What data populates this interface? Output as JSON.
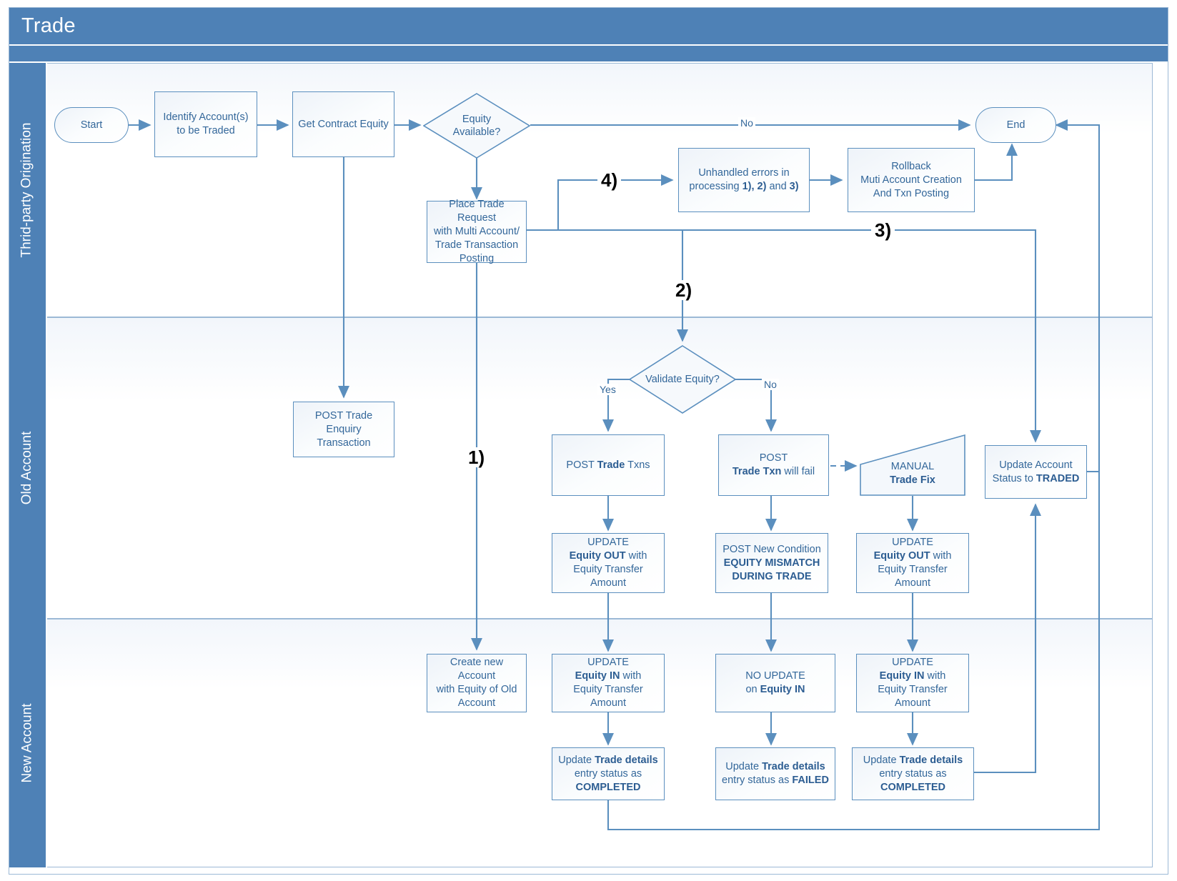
{
  "header": {
    "title": "Trade"
  },
  "lanes": [
    {
      "id": "third-party",
      "label": "Thrid-party Origination"
    },
    {
      "id": "old-account",
      "label": "Old Account"
    },
    {
      "id": "new-account",
      "label": "New Account"
    }
  ],
  "colors": {
    "lane_header": "#4e81b6",
    "node_border": "#5b8fbe",
    "node_text": "#33679a",
    "connector": "#5b8fbe",
    "marker_text": "#000000",
    "canvas": "#ffffff"
  },
  "nodes": {
    "start": {
      "label": "Start",
      "shape": "terminator"
    },
    "identify": {
      "line1": "Identify Account(s)",
      "line2": "to be Traded",
      "shape": "process"
    },
    "get_equity": {
      "label": "Get Contract Equity",
      "shape": "process"
    },
    "equity_available": {
      "line1": "Equity",
      "line2": "Available?",
      "shape": "decision"
    },
    "end": {
      "label": "End",
      "shape": "terminator"
    },
    "unhandled": {
      "line1": "Unhandled errors in",
      "line2_pre": "processing ",
      "line2_b1": "1), 2)",
      "line2_mid": " and ",
      "line2_b2": "3)",
      "shape": "process"
    },
    "rollback": {
      "line1": "Rollback",
      "line2": "Muti Account Creation",
      "line3": "And Txn Posting",
      "shape": "process"
    },
    "place_trade": {
      "line1": "Place Trade Request",
      "line2": "with Multi Account/",
      "line3": "Trade Transaction",
      "line4": "Posting",
      "shape": "process"
    },
    "post_enquiry": {
      "line1": "POST Trade Enquiry",
      "line2": "Transaction",
      "shape": "process"
    },
    "validate_equity": {
      "label": "Validate Equity?",
      "shape": "decision"
    },
    "post_trade_txns": {
      "pre": "POST ",
      "bold": "Trade",
      "post": " Txns",
      "shape": "process"
    },
    "post_trade_fail": {
      "line1": "POST",
      "line2_b": "Trade Txn",
      "line2_post": " will fail",
      "shape": "process"
    },
    "manual_fix": {
      "line1": "MANUAL",
      "line2_b": "Trade Fix",
      "shape": "trapezoid"
    },
    "update_status": {
      "line1": "Update Account",
      "line2_pre": "Status to ",
      "line2_b": "TRADED",
      "shape": "process"
    },
    "equity_out_left": {
      "line1": "UPDATE",
      "line2_b": "Equity OUT",
      "line2_post": " with",
      "line3": "Equity Transfer",
      "line4": "Amount",
      "shape": "process"
    },
    "post_new_cond": {
      "line1": "POST New Condition",
      "line2_b": "EQUITY MISMATCH",
      "line3_b": "DURING TRADE",
      "shape": "process"
    },
    "equity_out_right": {
      "line1": "UPDATE",
      "line2_b": "Equity OUT",
      "line2_post": " with",
      "line3": "Equity Transfer",
      "line4": "Amount",
      "shape": "process"
    },
    "create_account": {
      "line1": "Create new Account",
      "line2": "with Equity of Old",
      "line3": "Account",
      "shape": "process"
    },
    "equity_in_left": {
      "line1": "UPDATE",
      "line2_b": "Equity IN",
      "line2_post": " with",
      "line3": "Equity Transfer",
      "line4": "Amount",
      "shape": "process"
    },
    "no_update": {
      "line1": "NO UPDATE",
      "line2_pre": "on ",
      "line2_b": "Equity IN",
      "shape": "process"
    },
    "equity_in_right": {
      "line1": "UPDATE",
      "line2_b": "Equity IN",
      "line2_post": " with",
      "line3": "Equity Transfer",
      "line4": "Amount",
      "shape": "process"
    },
    "trade_completed_l": {
      "line1_pre": "Update ",
      "line1_b": "Trade details",
      "line2": "entry status as",
      "line3_b": "COMPLETED",
      "shape": "process"
    },
    "trade_failed": {
      "line1_pre": "Update ",
      "line1_b": "Trade details",
      "line2_pre": "entry status as ",
      "line2_b": "FAILED",
      "shape": "process"
    },
    "trade_completed_r": {
      "line1_pre": "Update ",
      "line1_b": "Trade details",
      "line2": "entry status as",
      "line3_b": "COMPLETED",
      "shape": "process"
    }
  },
  "edge_labels": {
    "equity_no": "No",
    "validate_yes": "Yes",
    "validate_no": "No"
  },
  "markers": {
    "m1": "1)",
    "m2": "2)",
    "m3": "3)",
    "m4": "4)"
  }
}
